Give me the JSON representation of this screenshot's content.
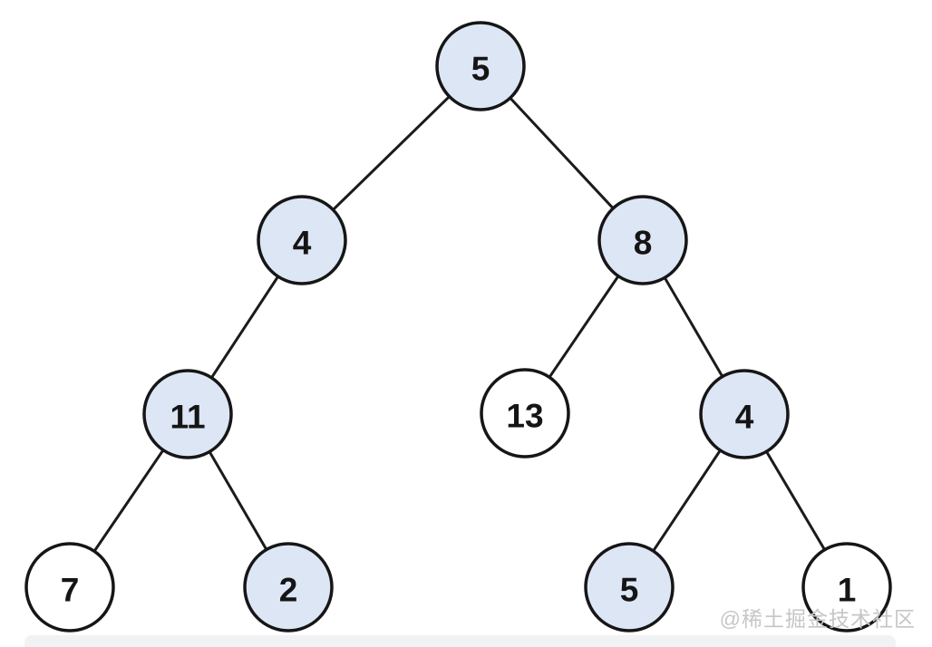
{
  "diagram": {
    "type": "binary-tree",
    "description": "Binary tree with highlighted root-to-leaf paths",
    "nodes": [
      {
        "id": "root",
        "value": "5",
        "highlighted": true
      },
      {
        "id": "left",
        "value": "4",
        "highlighted": true
      },
      {
        "id": "right",
        "value": "8",
        "highlighted": true
      },
      {
        "id": "left-left",
        "value": "11",
        "highlighted": true
      },
      {
        "id": "right-left",
        "value": "13",
        "highlighted": false
      },
      {
        "id": "right-right",
        "value": "4",
        "highlighted": true
      },
      {
        "id": "left-left-left",
        "value": "7",
        "highlighted": false
      },
      {
        "id": "left-left-right",
        "value": "2",
        "highlighted": true
      },
      {
        "id": "right-right-left",
        "value": "5",
        "highlighted": true
      },
      {
        "id": "right-right-right",
        "value": "1",
        "highlighted": false
      }
    ],
    "edges": [
      [
        0,
        1
      ],
      [
        0,
        2
      ],
      [
        1,
        3
      ],
      [
        2,
        4
      ],
      [
        2,
        5
      ],
      [
        3,
        6
      ],
      [
        3,
        7
      ],
      [
        5,
        8
      ],
      [
        5,
        9
      ]
    ],
    "highlighted_paths": [
      [
        "5",
        "4",
        "11",
        "2"
      ],
      [
        "5",
        "8",
        "4",
        "5"
      ]
    ]
  },
  "colors": {
    "node_fill_highlight": "#dde6f5",
    "node_fill_plain": "#ffffff",
    "node_stroke": "#161616",
    "edge_stroke": "#1b1b1b",
    "watermark_text": "#c6c6c6",
    "bottom_bar": "#f1f2f4",
    "background": "#ffffff"
  },
  "watermark": {
    "text": "@稀土掘金技术社区"
  }
}
